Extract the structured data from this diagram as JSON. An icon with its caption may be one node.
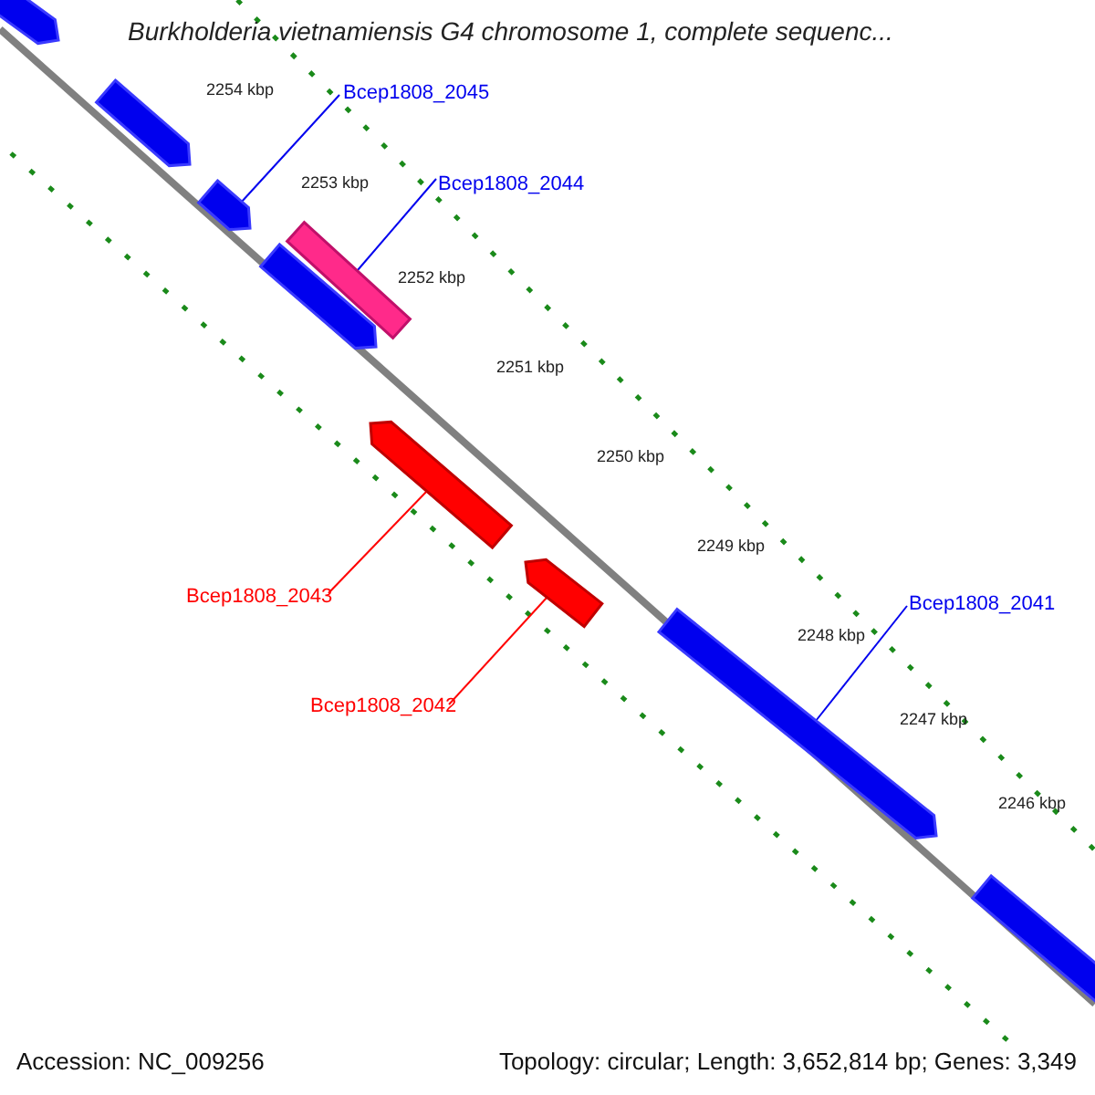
{
  "diagram": {
    "title": "Burkholderia vietnamiensis G4 chromosome 1, complete sequenc...",
    "nodes": [
      {
        "text": [],
        "shape": "bar"
      },
      {
        "text": [],
        "shape": "bar"
      },
      {
        "text": [
          "Bcep1808_2045"
        ]
      },
      {
        "text": [],
        "shape": "bar"
      },
      {
        "text": [
          "Bcep1808_2044"
        ]
      },
      {
        "text": [],
        "shape": "bar"
      },
      {
        "text": [],
        "shape": "bar"
      },
      {
        "text": [],
        "shape": "bar"
      },
      {
        "text": [
          "Bcep1808_2043"
        ]
      },
      {
        "text": [],
        "shape": "bar"
      },
      {
        "text": [
          "Bcep1808_2042"
        ]
      },
      {
        "text": [
          "Bcep1808_2041"
        ]
      },
      {
        "text": [],
        "shape": "bar"
      },
      {
        "text": [],
        "shape": "bar"
      }
    ],
    "edges": [
      {
        "from": 2,
        "to": 3,
        "arrow": "none"
      },
      {
        "from": 4,
        "to": 5,
        "arrow": "none"
      },
      {
        "from": 8,
        "to": 7,
        "arrow": "none",
        "color": "#ff0000"
      },
      {
        "from": 10,
        "to": 9,
        "arrow": "none",
        "color": "#ff0000"
      },
      {
        "from": 11,
        "to": 12,
        "arrow": "none"
      }
    ],
    "labels": [
      "2254 kbp",
      "2253 kbp",
      "2252 kbp",
      "2251 kbp",
      "2250 kbp",
      "2249 kbp",
      "2248 kbp",
      "2247 kbp",
      "2246 kbp",
      "Accession: NC_009256",
      "Topology: circular; Length: 3,652,814 bp; Genes: 3,349"
    ]
  }
}
